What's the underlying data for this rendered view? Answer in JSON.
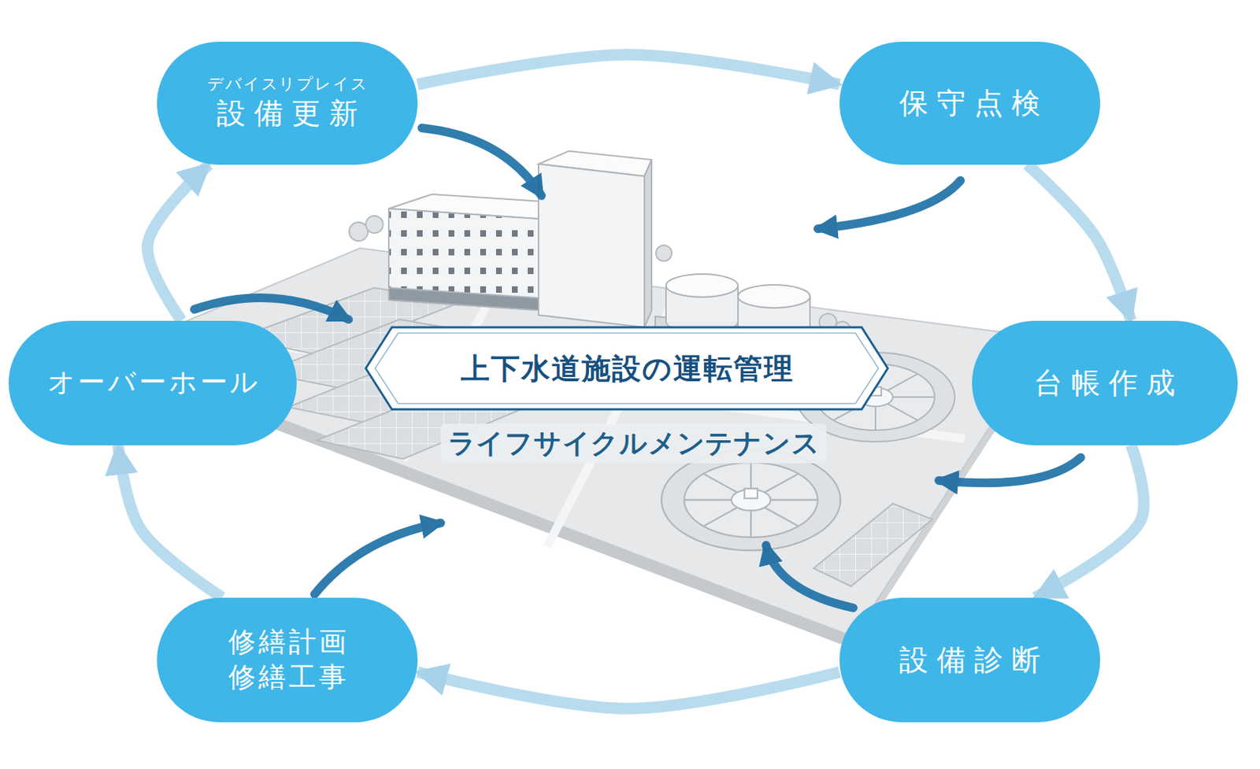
{
  "diagram": {
    "nodes": [
      {
        "text": [
          "デバイスリプレイス",
          "設備更新"
        ]
      },
      {
        "text": [
          "保守点検"
        ]
      },
      {
        "text": [
          "台帳作成"
        ]
      },
      {
        "text": [
          "設備診断"
        ]
      },
      {
        "text": [
          "修繕計画 修繕工事"
        ]
      },
      {
        "text": [
          "オーバーホール"
        ]
      },
      {
        "text": [
          "上下水道施設の運転管理"
        ]
      }
    ],
    "edges": [
      {
        "from": 0,
        "to": 1,
        "arrow": "to"
      },
      {
        "from": 1,
        "to": 2,
        "arrow": "to"
      },
      {
        "from": 2,
        "to": 3,
        "arrow": "to"
      },
      {
        "from": 3,
        "to": 4,
        "arrow": "to"
      },
      {
        "from": 4,
        "to": 5,
        "arrow": "to"
      },
      {
        "from": 5,
        "to": 0,
        "arrow": "to"
      }
    ],
    "labels": [
      "ライフサイクルメンテナンス"
    ]
  }
}
